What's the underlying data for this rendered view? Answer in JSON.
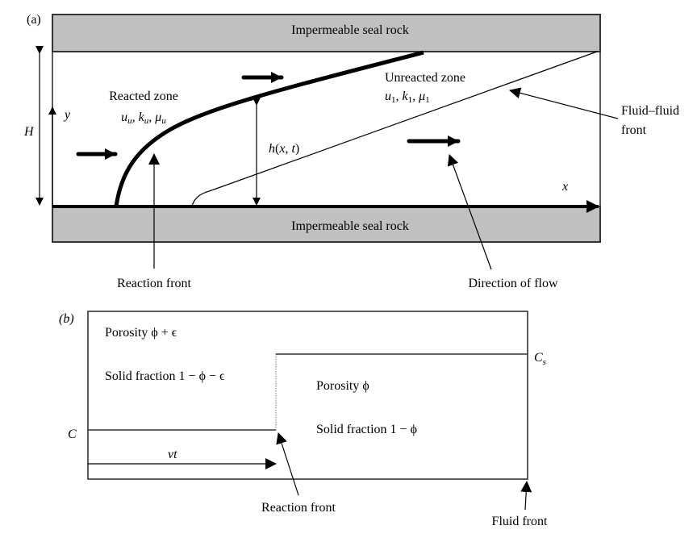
{
  "panel_a": {
    "tag": "(a)",
    "top_rock_label": "Impermeable seal rock",
    "bottom_rock_label": "Impermeable seal rock",
    "height_label": "H",
    "y_axis_label": "y",
    "x_axis_label": "x",
    "reacted_zone": {
      "title": "Reacted zone",
      "params": "u_u, k_u, μ_u"
    },
    "unreacted_zone": {
      "title": "Unreacted zone",
      "params": "u_1, k_1, μ_1"
    },
    "interface_height_label": "h(x, t)",
    "callouts": {
      "fluid_fluid_front_line1": "Fluid–fluid",
      "fluid_fluid_front_line2": "front",
      "reaction_front": "Reaction front",
      "direction_of_flow": "Direction of flow"
    }
  },
  "panel_b": {
    "tag": "(b)",
    "left_porosity": "Porosity ϕ + ϵ",
    "left_solid": "Solid fraction 1 − ϕ − ϵ",
    "right_porosity": "Porosity ϕ",
    "right_solid": "Solid fraction 1 − ϕ",
    "c_label": "C",
    "cs_label": "C",
    "cs_subscript": "s",
    "vt_label": "vt",
    "callouts": {
      "reaction_front": "Reaction front",
      "fluid_front": "Fluid front"
    }
  }
}
